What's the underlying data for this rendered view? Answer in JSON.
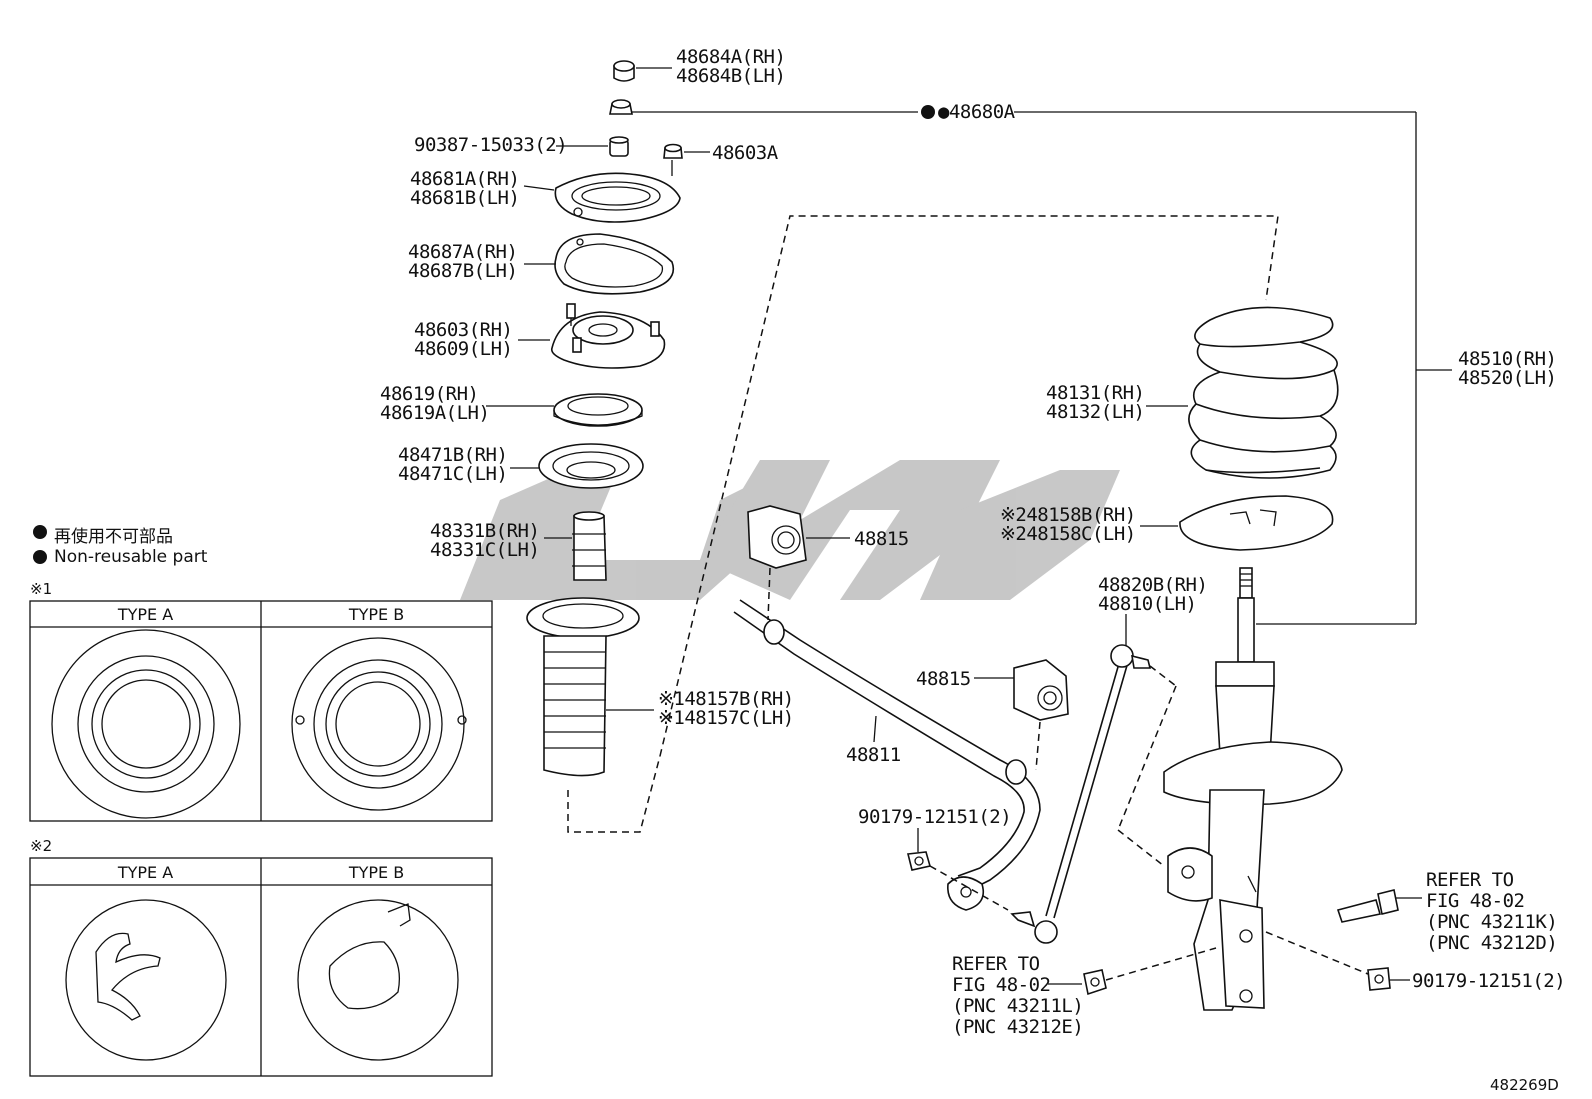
{
  "labels": {
    "p48684": [
      "48684A(RH)",
      "48684B(LH)"
    ],
    "p48680a": "●48680A",
    "p90387": "90387-15033(2)",
    "p48603a": "48603A",
    "p48681": [
      "48681A(RH)",
      "48681B(LH)"
    ],
    "p48687": [
      "48687A(RH)",
      "48687B(LH)"
    ],
    "p48603": [
      "48603(RH)",
      "48609(LH)"
    ],
    "p48619": [
      "48619(RH)",
      "48619A(LH)"
    ],
    "p48471": [
      "48471B(RH)",
      "48471C(LH)"
    ],
    "p48331": [
      "48331B(RH)",
      "48331C(LH)"
    ],
    "p48157": [
      "※148157B(RH)",
      "※148157C(LH)"
    ],
    "p48815a": "48815",
    "p48815b": "48815",
    "p48811": "48811",
    "p90179a": "90179-12151(2)",
    "p48131": [
      "48131(RH)",
      "48132(LH)"
    ],
    "p48158": [
      "※248158B(RH)",
      "※248158C(LH)"
    ],
    "p48820": [
      "48820B(RH)",
      "48810(LH)"
    ],
    "p48510": [
      "48510(RH)",
      "48520(LH)"
    ],
    "ref1": [
      "REFER TO",
      "FIG 48-02",
      "(PNC 43211L)",
      "(PNC 43212E)"
    ],
    "ref2": [
      "REFER TO",
      "FIG 48-02",
      "(PNC 43211K)",
      "(PNC 43212D)"
    ],
    "p90179b": "90179-12151(2)"
  },
  "legend": {
    "jp": "再使用不可部品",
    "en": "Non-reusable part"
  },
  "tables": {
    "t1_marker": "※1",
    "t2_marker": "※2",
    "type_a": "TYPE A",
    "type_b": "TYPE B"
  },
  "figure_id": "482269D",
  "watermark": "car logo watermark"
}
